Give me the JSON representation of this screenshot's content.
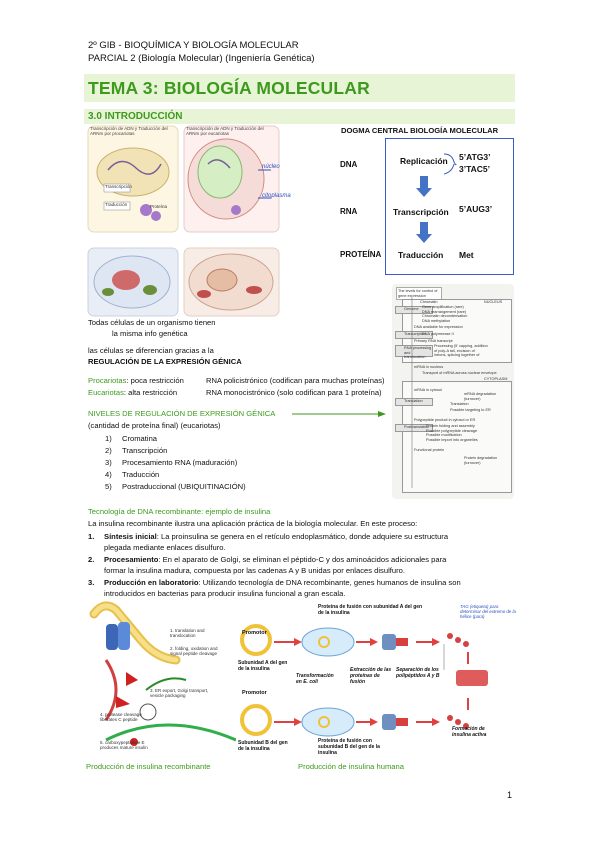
{
  "header": {
    "line1": "2º GIB - BIOQUÍMICA Y BIOLOGÍA MOLECULAR",
    "line2": "PARCIAL 2 (Biología Molecular) (Ingeniería Genética)"
  },
  "title": "TEMA 3: BIOLOGÍA MOLECULAR",
  "section": "3.0 INTRODUCCIÓN",
  "dogma": {
    "title": "DOGMA CENTRAL BIOLOGÍA MOLECULAR",
    "row_dna": "DNA",
    "row_rna": "RNA",
    "row_prot": "PROTEÍNA",
    "replicacion": "Replicación",
    "atg": "5’ATG3’",
    "tac": "3’TAC5’",
    "transcripcion": "Transcripción",
    "aug": "5’AUG3’",
    "traduccion": "Traducción",
    "met": "Met"
  },
  "cell_fig": {
    "a_title": "Transcripción de ADN y Traducción del ARNm por procariotas",
    "b_title": "Transcripción de ADN y Traducción del ARNm por eucariotas",
    "a_transcripcion": "Transcripción",
    "a_traduccion": "Traducción",
    "a_proteina": "Proteína",
    "b_nucleo": "núcleo",
    "b_citoplasma": "citoplasma"
  },
  "intro": {
    "l1": "Todas células de un organismo tienen",
    "l2": "la misma info genética",
    "l3": "las células se diferencian gracias a la",
    "l4": "REGULACIÓN DE LA EXPRESIÓN GÉNICA",
    "prok_label": "Procariotas",
    "prok_a": ": poca restricción",
    "prok_b": "RNA policistrónico (codifican para muchas proteínas)",
    "euk_label": "Eucariotas",
    "euk_a": ": alta restricción",
    "euk_b": "RNA monocistrónico (solo codifican para 1 proteína)"
  },
  "niveles": {
    "title": "NIVELES DE REGULACIÓN DE EXPRESIÓN GÉNICA",
    "sub": "(cantidad de proteína final) (eucariotas)",
    "items": [
      {
        "n": "1)",
        "t": "Cromatina"
      },
      {
        "n": "2)",
        "t": "Transcripción"
      },
      {
        "n": "3)",
        "t": "Procesamiento RNA (maduración)"
      },
      {
        "n": "4)",
        "t": "Traducción"
      },
      {
        "n": "5)",
        "t": "Postraduccional (UBIQUITINACIÓN)"
      }
    ]
  },
  "levels_fig": {
    "head": "The levels for control of gene expression",
    "chromatin": "Chromatin",
    "nucleus": "NUCLEUS",
    "genome": "Genome",
    "c1": "Gene amplification (rare)",
    "c2": "DNA rearrangement (rare)",
    "c3": "Chromatin decondensation",
    "c4": "DNA methylation",
    "dna_avail": "DNA available for expression",
    "transcription": "Transcription",
    "rnapol": "RNA polymerase II",
    "primary": "Primary RNA transcript",
    "processing": "RNA processing and translocation",
    "p1": "Processing (5’ capping, addition",
    "p2": "of poly-A tail, excision of",
    "p3": "introns, splicing together of",
    "p4": "exons) and turnover",
    "mrna_nucleus": "mRNA in nucleus",
    "transport": "Transport of mRNA across nuclear envelope",
    "cytoplasm": "CYTOPLASM",
    "mrna_cyto": "mRNA in cytosol",
    "degradation": "mRNA degradation (turnover)",
    "translation": "Translation",
    "tr1": "Translation",
    "tr2": "Possible targeting to ER",
    "polypeptide": "Polypeptide product in cytosol or ER",
    "posttrans": "Posttranslation",
    "pt1": "Protein folding and assembly",
    "pt2": "Possible polypeptide cleavage",
    "pt3": "Possible modification",
    "pt4": "Possible import into organelles",
    "functional": "Functional protein",
    "protdeg": "Protein degradation (turnover)"
  },
  "insulina": {
    "title": "Tecnología de DNA recombinante: ejemplo de insulina",
    "intro": "La insulina recombinante ilustra una aplicación práctica de la biología molecular. En este proceso:",
    "steps": [
      {
        "n": "1.",
        "b": "Síntesis inicial",
        "t1": ": La proinsulina se genera en el retículo endoplasmático, donde adquiere su estructura",
        "t2": "plegada mediante enlaces disulfuro."
      },
      {
        "n": "2.",
        "b": "Procesamiento",
        "t1": ": En el aparato de Golgi, se eliminan el péptido-C y dos aminoácidos adicionales para",
        "t2": "formar la insulina madura, compuesta por las cadenas A y B unidas por enlaces disulfuro."
      },
      {
        "n": "3.",
        "b": "Producción en laboratorio",
        "t1": ": Utilizando tecnología de DNA recombinante, genes humanos de insulina son",
        "t2": "introducidos en bacterias para producir insulina funcional a gran escala."
      }
    ]
  },
  "fig_recomb": {
    "s1": "1. translation and translocation",
    "s2": "2. folding, oxidation and signal peptide cleavage",
    "s3": "3. ER export, Golgi transport, vesicle packaging",
    "s4": "4. protease cleavage liberates C peptide",
    "s5": "5. carboxypeptidase E produces mature insulin",
    "caption": "Producción de insulina recombinante"
  },
  "fig_human": {
    "promotor1": "Promotor",
    "promotor2": "Promotor",
    "fusionA": "Proteína de fusión con subunidad A del gen de la insulina",
    "fusionB": "Proteína de fusión con subunidad B del gen de la insulina",
    "subA": "Subunidad A del gen de la insulina",
    "subB": "Subunidad B del gen de la insulina",
    "transform": "Transformación en E. coli",
    "extract": "Extracción de las proteínas de fusión",
    "separ": "Separación de los polipéptidos A y B",
    "formacion": "Formación de insulina activa",
    "note": "TAG (etiqueta) para determinar del extremo de la hélice (para)",
    "caption": "Producción de insulina humana"
  },
  "page_number": "1"
}
